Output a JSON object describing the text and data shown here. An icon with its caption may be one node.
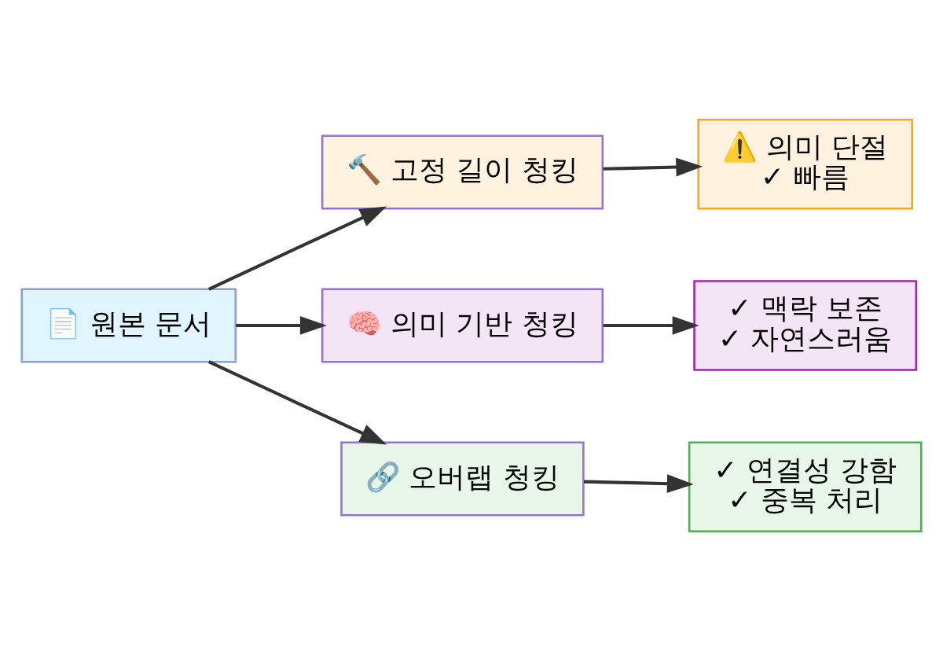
{
  "diagram": {
    "nodes": [
      {
        "text": [
          "📄 원본 문서"
        ]
      },
      {
        "text": [
          "🔨 고정 길이 청킹"
        ]
      },
      {
        "text": [
          "⚠️ 의미 단절",
          "✓ 빠름"
        ]
      },
      {
        "text": [
          "🧠 의미 기반 청킹"
        ]
      },
      {
        "text": [
          "✓ 맥락 보존",
          "✓ 자연스러움"
        ]
      },
      {
        "text": [
          "🔗 오버랩 청킹"
        ]
      },
      {
        "text": [
          "✓ 연결성 강함",
          "✓ 중복 처리"
        ]
      }
    ],
    "edges": [
      {
        "from": 0,
        "to": 1,
        "arrow": "to"
      },
      {
        "from": 0,
        "to": 3,
        "arrow": "to"
      },
      {
        "from": 0,
        "to": 5,
        "arrow": "to"
      },
      {
        "from": 1,
        "to": 2,
        "arrow": "to"
      },
      {
        "from": 3,
        "to": 4,
        "arrow": "to"
      },
      {
        "from": 5,
        "to": 6,
        "arrow": "to"
      }
    ]
  }
}
